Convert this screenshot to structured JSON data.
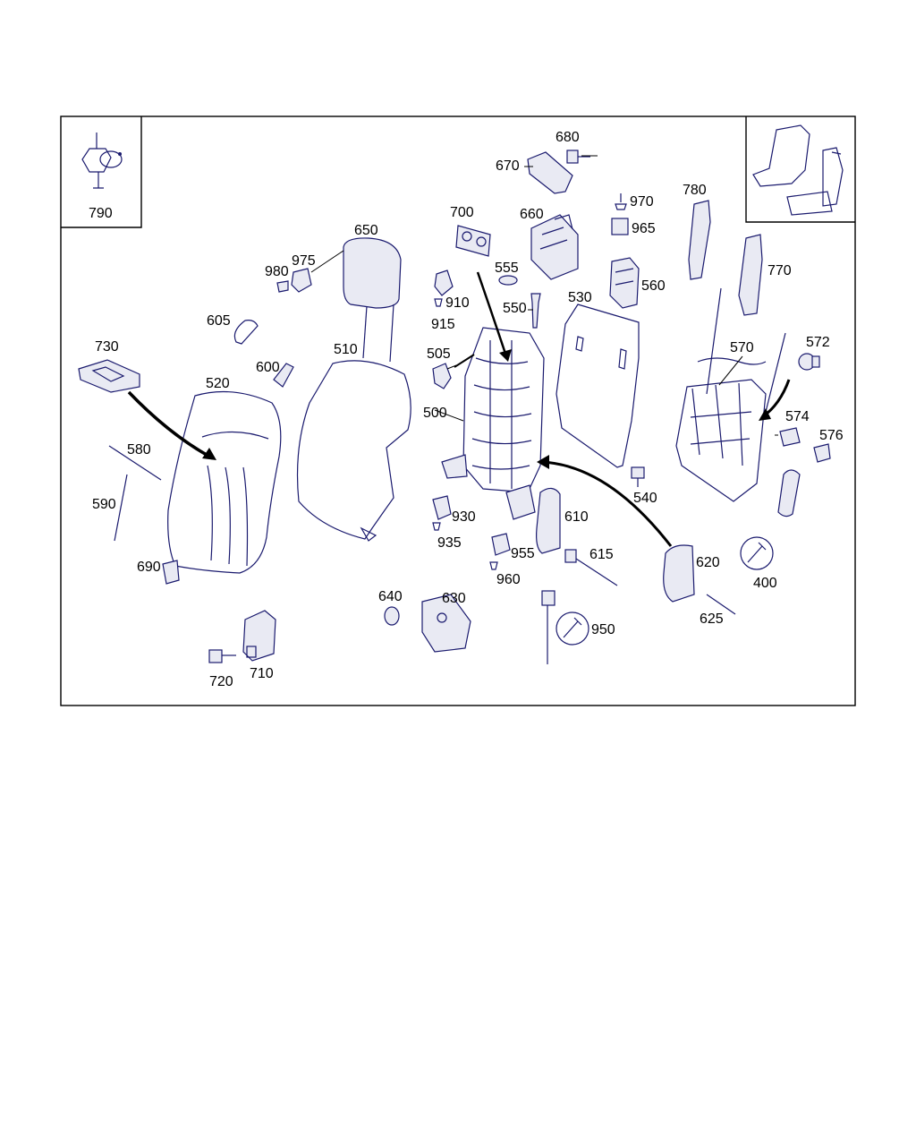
{
  "labels": {
    "p790": "790",
    "p680": "680",
    "p670": "670",
    "p660": "660",
    "p700": "700",
    "p970": "970",
    "p965": "965",
    "p780": "780",
    "p770": "770",
    "p650": "650",
    "p975": "975",
    "p980": "980",
    "p555": "555",
    "p560": "560",
    "p910": "910",
    "p915": "915",
    "p530": "530",
    "p550": "550",
    "p605": "605",
    "p730": "730",
    "p510": "510",
    "p505": "505",
    "p570": "570",
    "p572": "572",
    "p600": "600",
    "p520": "520",
    "p500": "500",
    "p574": "574",
    "p576": "576",
    "p580": "580",
    "p540": "540",
    "p590": "590",
    "p930": "930",
    "p935": "935",
    "p610": "610",
    "p615": "615",
    "p620": "620",
    "p400": "400",
    "p955": "955",
    "p960": "960",
    "p690": "690",
    "p640": "640",
    "p630": "630",
    "p625": "625",
    "p950": "950",
    "p720": "720",
    "p710": "710"
  }
}
